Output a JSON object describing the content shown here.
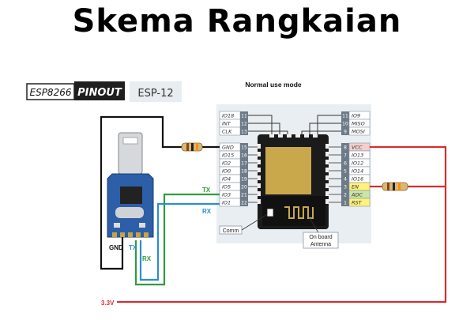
{
  "title": "Skema Rangkaian",
  "logo": {
    "left": "ESP8266",
    "right": "PINOUT",
    "model": "ESP-12"
  },
  "mode_label": "Normal use mode",
  "left_top_pins": [
    {
      "label": "IO18",
      "num": "11"
    },
    {
      "label": "INT",
      "num": "12"
    },
    {
      "label": "CLK",
      "num": "13"
    }
  ],
  "left_side_pins": [
    {
      "label": "GND",
      "num": "15"
    },
    {
      "label": "IO15",
      "num": "16"
    },
    {
      "label": "IO2",
      "num": "17"
    },
    {
      "label": "IO0",
      "num": "18"
    },
    {
      "label": "IO4",
      "num": "19"
    },
    {
      "label": "IO5",
      "num": "20"
    },
    {
      "label": "IO3",
      "num": "21"
    },
    {
      "label": "IO1",
      "num": "22"
    }
  ],
  "right_top_pins": [
    {
      "label": "IO9",
      "num": "11"
    },
    {
      "label": "MISO",
      "num": "10"
    },
    {
      "label": "MOSI",
      "num": "9"
    }
  ],
  "right_side_pins": [
    {
      "label": "VCC",
      "num": "8"
    },
    {
      "label": "IO13",
      "num": "7"
    },
    {
      "label": "IO12",
      "num": "6"
    },
    {
      "label": "IO14",
      "num": "5"
    },
    {
      "label": "IO16",
      "num": "4"
    },
    {
      "label": "EN",
      "num": "3"
    },
    {
      "label": "ADC",
      "num": "2"
    },
    {
      "label": "RST",
      "num": "1"
    }
  ],
  "comm_label": "Comm",
  "antenna_label": [
    "On board",
    "Antenna"
  ],
  "wire_labels": {
    "tx": "TX",
    "rx": "RX",
    "v33": "3.3V"
  },
  "usb_labels": {
    "gnd": "GND",
    "tx": "TX",
    "rx": "RX"
  },
  "colors": {
    "black_wire": "#111111",
    "red_wire": "#d32f2f",
    "green_wire": "#2e9e3c",
    "blue_wire": "#2a8fd0",
    "pin_box": "#6d7a88",
    "vcc": "#f2d0d0",
    "en": "#fff17a",
    "adc": "#c9e6a9",
    "rst": "#fff17a"
  }
}
